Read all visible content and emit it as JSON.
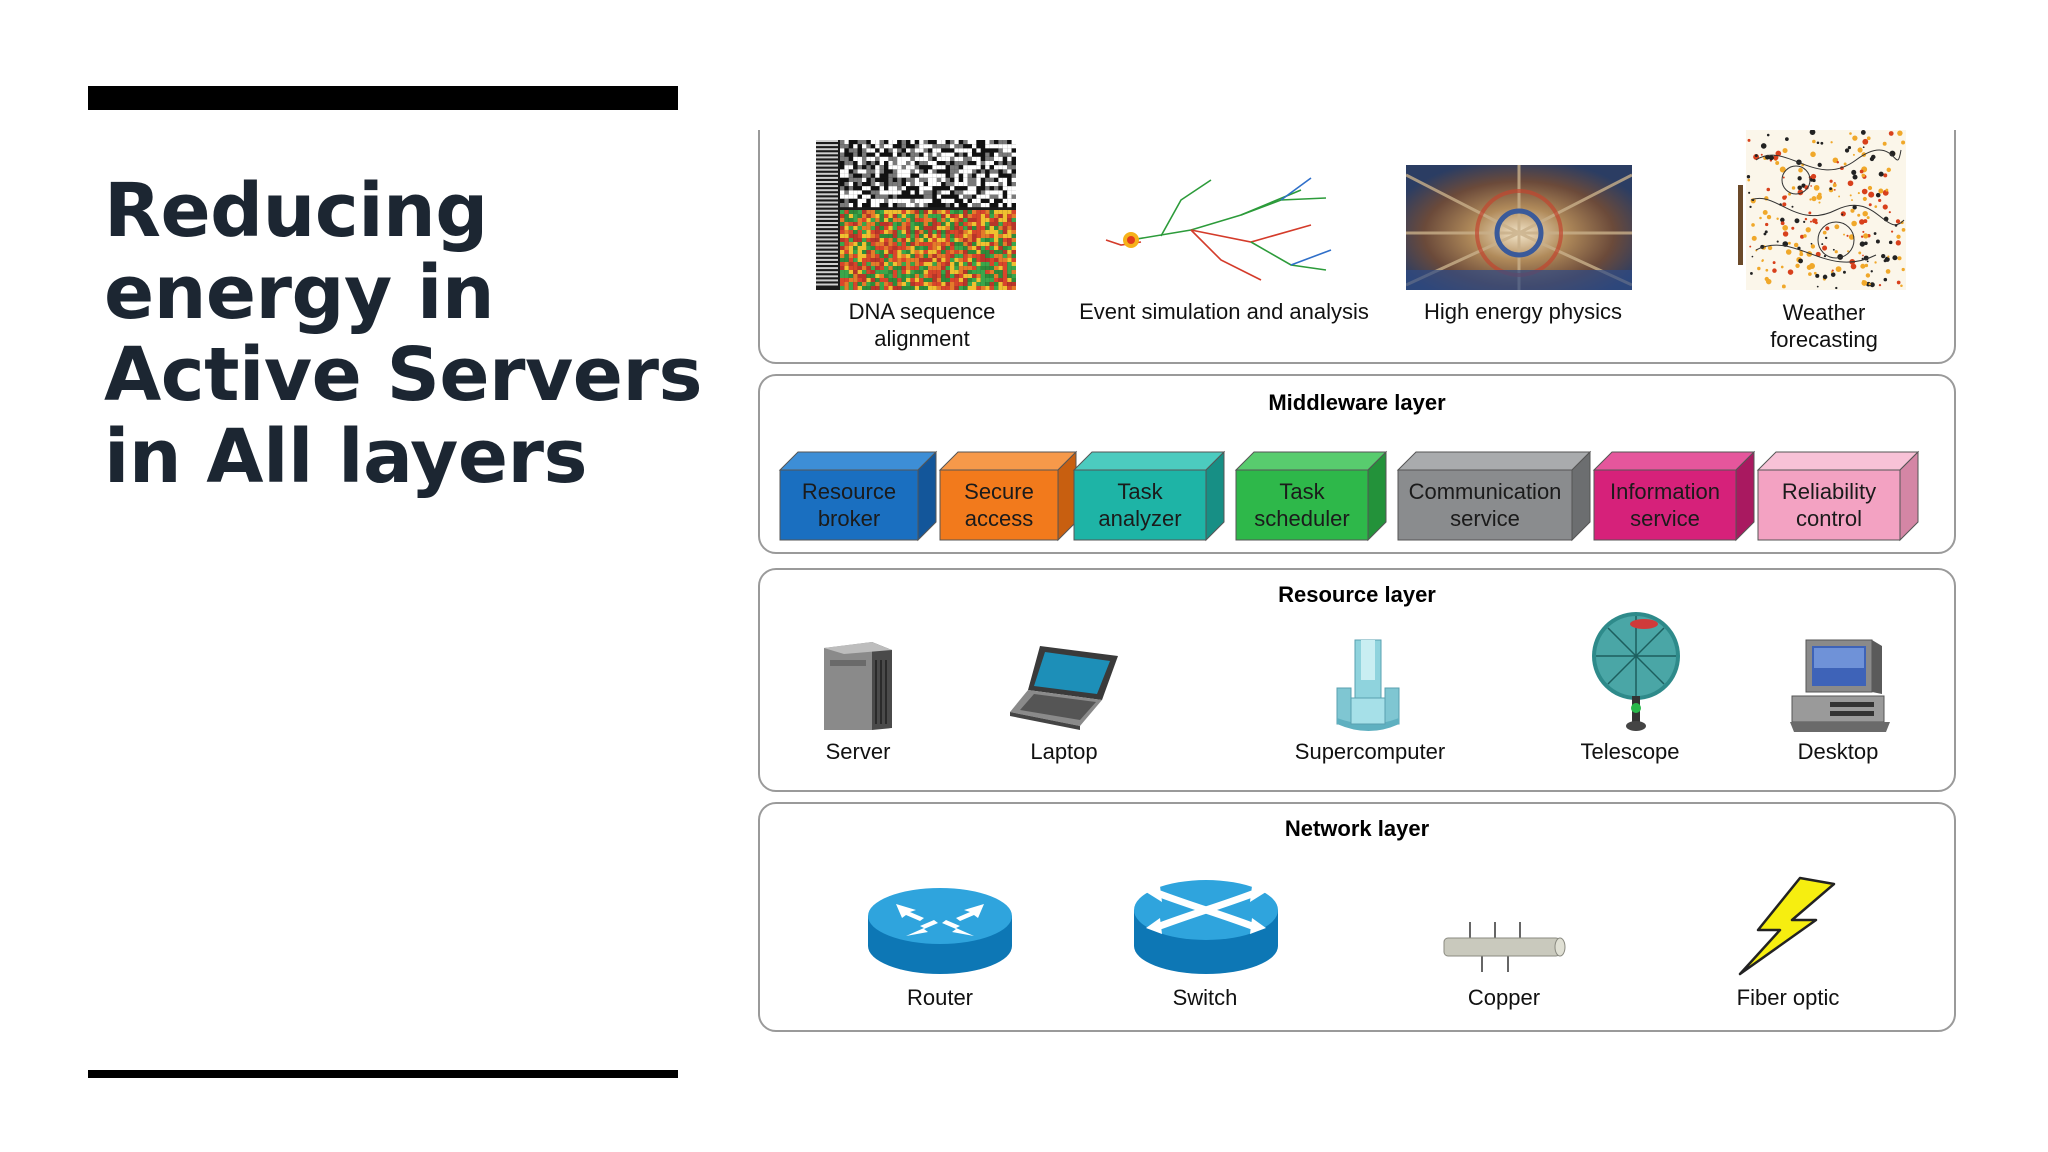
{
  "slide": {
    "title_lines": [
      "Reducing",
      "energy in",
      "Active Servers",
      "in All layers"
    ]
  },
  "application_layer": {
    "items": [
      {
        "label_lines": [
          "DNA sequence",
          "alignment"
        ],
        "icon": "dna-heatmap-icon"
      },
      {
        "label_lines": [
          "Event simulation and analysis"
        ],
        "icon": "event-tree-icon"
      },
      {
        "label_lines": [
          "High energy physics"
        ],
        "icon": "detector-photo-icon"
      },
      {
        "label_lines": [
          "Weather",
          "forecasting"
        ],
        "icon": "weather-map-icon"
      }
    ]
  },
  "middleware_layer": {
    "title": "Middleware layer",
    "blocks": [
      {
        "label_lines": [
          "Resource",
          "broker"
        ],
        "color": "#1a6fc0",
        "top": "#3d8ed6",
        "side": "#13569a"
      },
      {
        "label_lines": [
          "Secure",
          "access"
        ],
        "color": "#f27a1c",
        "top": "#f6994a",
        "side": "#c85f10"
      },
      {
        "label_lines": [
          "Task",
          "analyzer"
        ],
        "color": "#1eb4a6",
        "top": "#4ccbbf",
        "side": "#178f85"
      },
      {
        "label_lines": [
          "Task",
          "scheduler"
        ],
        "color": "#2eb84a",
        "top": "#58cc6e",
        "side": "#23923a"
      },
      {
        "label_lines": [
          "Communication",
          "service"
        ],
        "color": "#8a8c8e",
        "top": "#a9abad",
        "side": "#6c6e70"
      },
      {
        "label_lines": [
          "Information",
          "service"
        ],
        "color": "#d6217a",
        "top": "#e5569c",
        "side": "#a91960"
      },
      {
        "label_lines": [
          "Reliability",
          "control"
        ],
        "color": "#f3a2c2",
        "top": "#f8c2d7",
        "side": "#d486a5"
      }
    ]
  },
  "resource_layer": {
    "title": "Resource layer",
    "items": [
      {
        "label": "Server",
        "icon": "server-icon"
      },
      {
        "label": "Laptop",
        "icon": "laptop-icon"
      },
      {
        "label": "Supercomputer",
        "icon": "supercomputer-icon"
      },
      {
        "label": "Telescope",
        "icon": "telescope-icon"
      },
      {
        "label": "Desktop",
        "icon": "desktop-icon"
      }
    ]
  },
  "network_layer": {
    "title": "Network layer",
    "items": [
      {
        "label": "Router",
        "icon": "router-icon"
      },
      {
        "label": "Switch",
        "icon": "switch-icon"
      },
      {
        "label": "Copper",
        "icon": "copper-cable-icon"
      },
      {
        "label": "Fiber optic",
        "icon": "fiber-optic-icon"
      }
    ]
  }
}
